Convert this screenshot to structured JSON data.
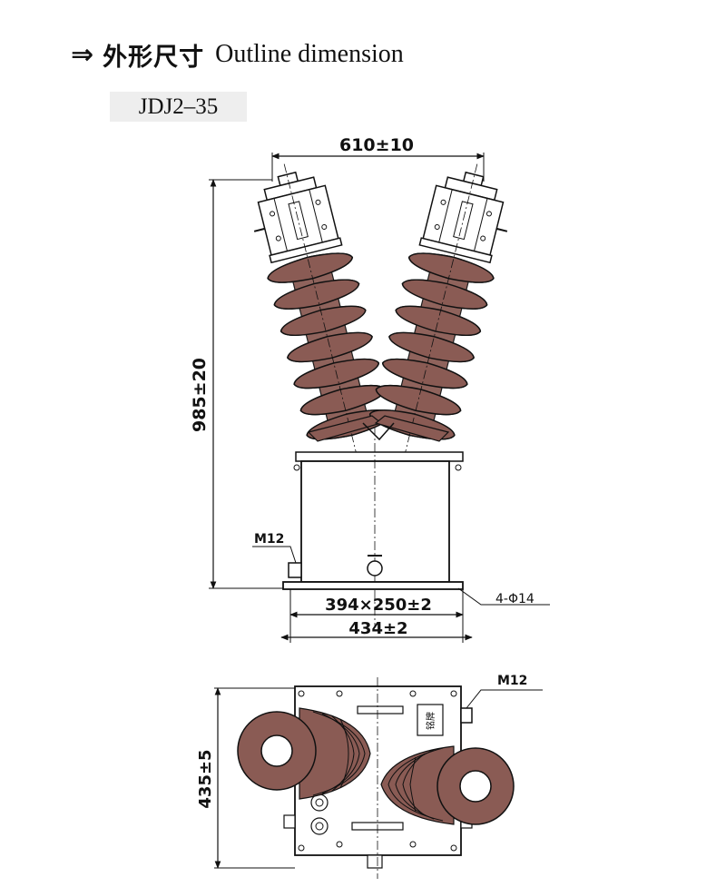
{
  "header": {
    "arrow": "⇒",
    "title_cn": "外形尺寸",
    "title_en": "Outline dimension"
  },
  "model": "JDJ2–35",
  "dimensions": {
    "top_width": "610±10",
    "height": "985±20",
    "base_inner": "394×250±2",
    "base_outer": "434±2",
    "holes": "4-Φ14",
    "terminal_front": "M12",
    "terminal_plan": "M12",
    "plan_depth": "435±5"
  },
  "plate_label": "铭牌",
  "colors": {
    "insulator_fill": "#8a5b54",
    "line": "#111111"
  }
}
